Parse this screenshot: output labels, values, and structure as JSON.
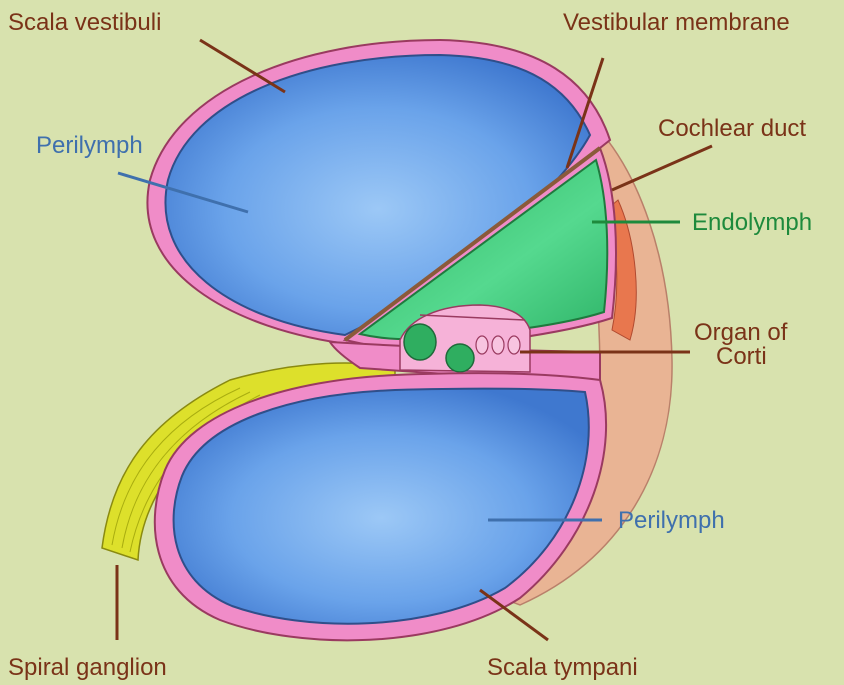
{
  "labels": {
    "scala_vestibuli": "Scala vestibuli",
    "vestibular_membrane": "Vestibular membrane",
    "perilymph_upper": "Perilymph",
    "cochlear_duct": "Cochlear duct",
    "endolymph": "Endolymph",
    "organ_of_corti_line1": "Organ of",
    "organ_of_corti_line2": "Corti",
    "perilymph_lower": "Perilymph",
    "spiral_ganglion": "Spiral ganglion",
    "scala_tympani": "Scala tympani"
  },
  "colors": {
    "background": "#d8e2ae",
    "label_brown": "#7a3318",
    "label_blue": "#3f70ad",
    "label_green": "#1e8a3c",
    "perilymph_fill": "#5f98e6",
    "endolymph_fill": "#3fc878",
    "membrane_pink": "#f08cc8",
    "wall_tan": "#e9b494",
    "ganglion_yellow": "#dde02b",
    "stria_orange": "#e8774e"
  }
}
